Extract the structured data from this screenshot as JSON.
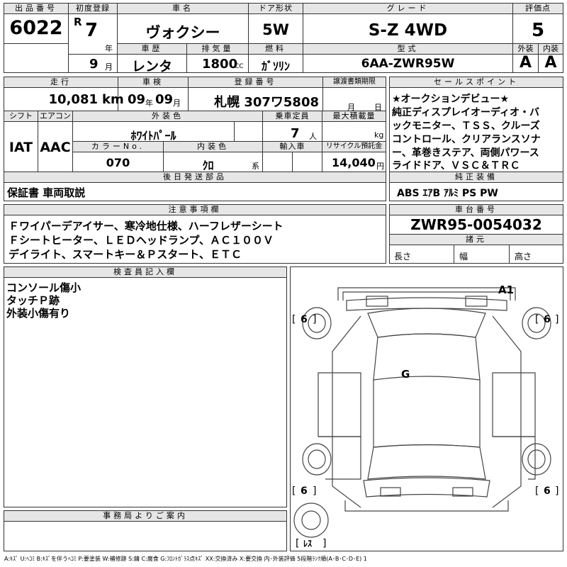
{
  "header": {
    "lot_label": "出品番号",
    "lot": "6022",
    "first_reg_label": "初度登録",
    "era": "R",
    "year": "7",
    "year_unit": "年",
    "month": "9",
    "month_unit": "月",
    "car_name_label": "車名",
    "car_name": "ヴォクシー",
    "door_label": "ドア形状",
    "door": "5W",
    "grade_label": "グレード",
    "grade": "S-Z 4WD",
    "score_label": "評価点",
    "score": "5",
    "history_label": "車歴",
    "history": "レンタ",
    "displacement_label": "排気量",
    "displacement": "1800",
    "displacement_unit": "CC",
    "fuel_label": "燃料",
    "fuel": "ｶﾞｿﾘﾝ",
    "model_label": "型式",
    "model": "6AA-ZWR95W",
    "exterior_label": "外装",
    "exterior": "A",
    "interior_label": "内装",
    "interior": "A"
  },
  "row2": {
    "mileage_label": "走行",
    "mileage": "10,081",
    "mileage_unit": "km",
    "inspection_label": "車検",
    "inspection_year": "09",
    "inspection_year_unit": "年",
    "inspection_month": "09",
    "inspection_month_unit": "月",
    "plate_label": "登録番号",
    "plate": "札幌 307ワ5808",
    "doc_label": "譲渡書類期限",
    "doc_month_unit": "月",
    "doc_day_unit": "日",
    "shift_label": "シフト",
    "shift": "IAT",
    "ac_label": "エアコン",
    "ac": "AAC",
    "color_label": "外装色",
    "color": "ﾎﾜｲﾄﾊﾟｰﾙ",
    "capacity_label": "乗車定員",
    "capacity": "7",
    "capacity_unit": "人",
    "load_label": "最大積載量",
    "load_unit": "kg",
    "color_no_label": "カラーNo.",
    "color_no": "070",
    "int_color_label": "内装色",
    "int_color": "ｸﾛ",
    "int_color_suffix": "系",
    "import_label": "輸入車",
    "recycle_label": "リサイクル預託金",
    "recycle": "14,040",
    "recycle_unit": "円",
    "later_label": "後日発送部品",
    "later": "保証書 車両取説"
  },
  "sales": {
    "label": "セールスポイント",
    "lines": [
      "★オークションデビュー★",
      "純正ディスプレイオーディオ・バ",
      "ックモニター、ＴＳＳ、クルーズ",
      "コントロール、クリアランスソナ",
      "ー、革巻きステア、両側パワース",
      "ライドドア、ＶＳＣ＆ＴＲＣ"
    ],
    "equip_label": "純正装備",
    "equip": "ABS ｴｱB ｱﾙﾐ PS PW"
  },
  "notes": {
    "label": "注意事項欄",
    "lines": [
      "Ｆワイパーデアイサー、寒冷地仕様、ハーフレザーシート",
      "Ｆシートヒーター、ＬＥＤヘッドランプ、ＡＣ１００Ｖ",
      "デイライト、スマートキー＆Ｐスタート、ＥＴＣ"
    ]
  },
  "chassis": {
    "label": "車台番号",
    "number": "ZWR95-0054032",
    "spec_label": "諸元",
    "length_label": "長さ",
    "width_label": "幅",
    "height_label": "高さ"
  },
  "inspector": {
    "label": "検査員記入欄",
    "lines": [
      "コンソール傷小",
      "タッチＰ跡",
      "外装小傷有り"
    ]
  },
  "office": {
    "label": "事務局よりご案内"
  },
  "diagram": {
    "marks": {
      "a1": "A1",
      "g": "G",
      "tire_fl": "6",
      "tire_fr": "6",
      "tire_rl": "6",
      "tire_rr": "6",
      "spare": "ﾚｽ"
    },
    "bracket_open": "[",
    "bracket_close": "]"
  },
  "legend": "A:ｷｽﾞ U:ﾍｺﾐ B:ｷｽﾞを伴うﾍｺﾐ P:要塗装 W:補修跡 S:錆 C:腐食 G:ﾌﾛﾝﾄｶﾞﾗｽ点ｷｽﾞ XX:交換済み X:要交換 内･外装評価 5段階ﾗﾝｸ順(A･B･C･D･E) 1"
}
